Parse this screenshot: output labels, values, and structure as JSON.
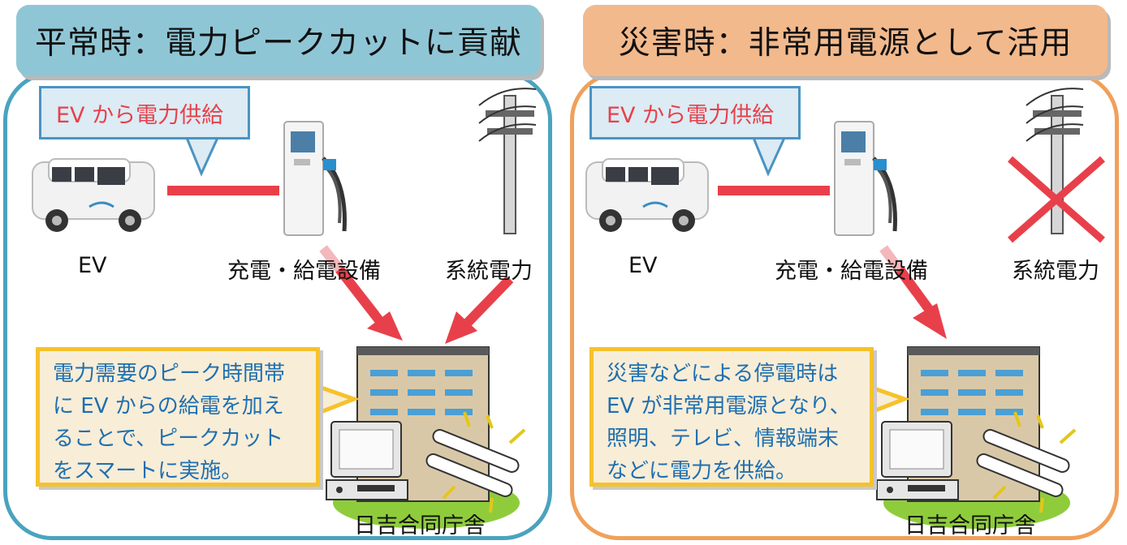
{
  "panels": [
    {
      "title": "平常時：電力ピークカットに貢献",
      "speech": "EV から電力供給",
      "labels": {
        "ev": "EV",
        "charger": "充電・給電設備",
        "grid": "系統電力",
        "building": "日吉合同庁舎"
      },
      "note": [
        "電力需要のピーク時間帯",
        "に EV からの給電を加え",
        "ることで、ピークカット",
        "をスマートに実施。"
      ],
      "grid_status": "available",
      "colors": {
        "frame": "#4aa3bf",
        "tab": "#8fc6d6"
      }
    },
    {
      "title": "災害時：非常用電源として活用",
      "speech": "EV から電力供給",
      "labels": {
        "ev": "EV",
        "charger": "充電・給電設備",
        "grid": "系統電力",
        "building": "日吉合同庁舎"
      },
      "note": [
        "災害などによる停電時は",
        "EV が非常用電源となり、",
        "照明、テレビ、情報端末",
        "などに電力を供給。"
      ],
      "grid_status": "outage",
      "colors": {
        "frame": "#f0a05a",
        "tab": "#f2b98c"
      }
    }
  ],
  "colors": {
    "arrow": "#e8404a",
    "link": "#e8404a",
    "cross": "#e8404a",
    "note_text": "#1f6fb0",
    "note_border": "#f6c22b"
  }
}
